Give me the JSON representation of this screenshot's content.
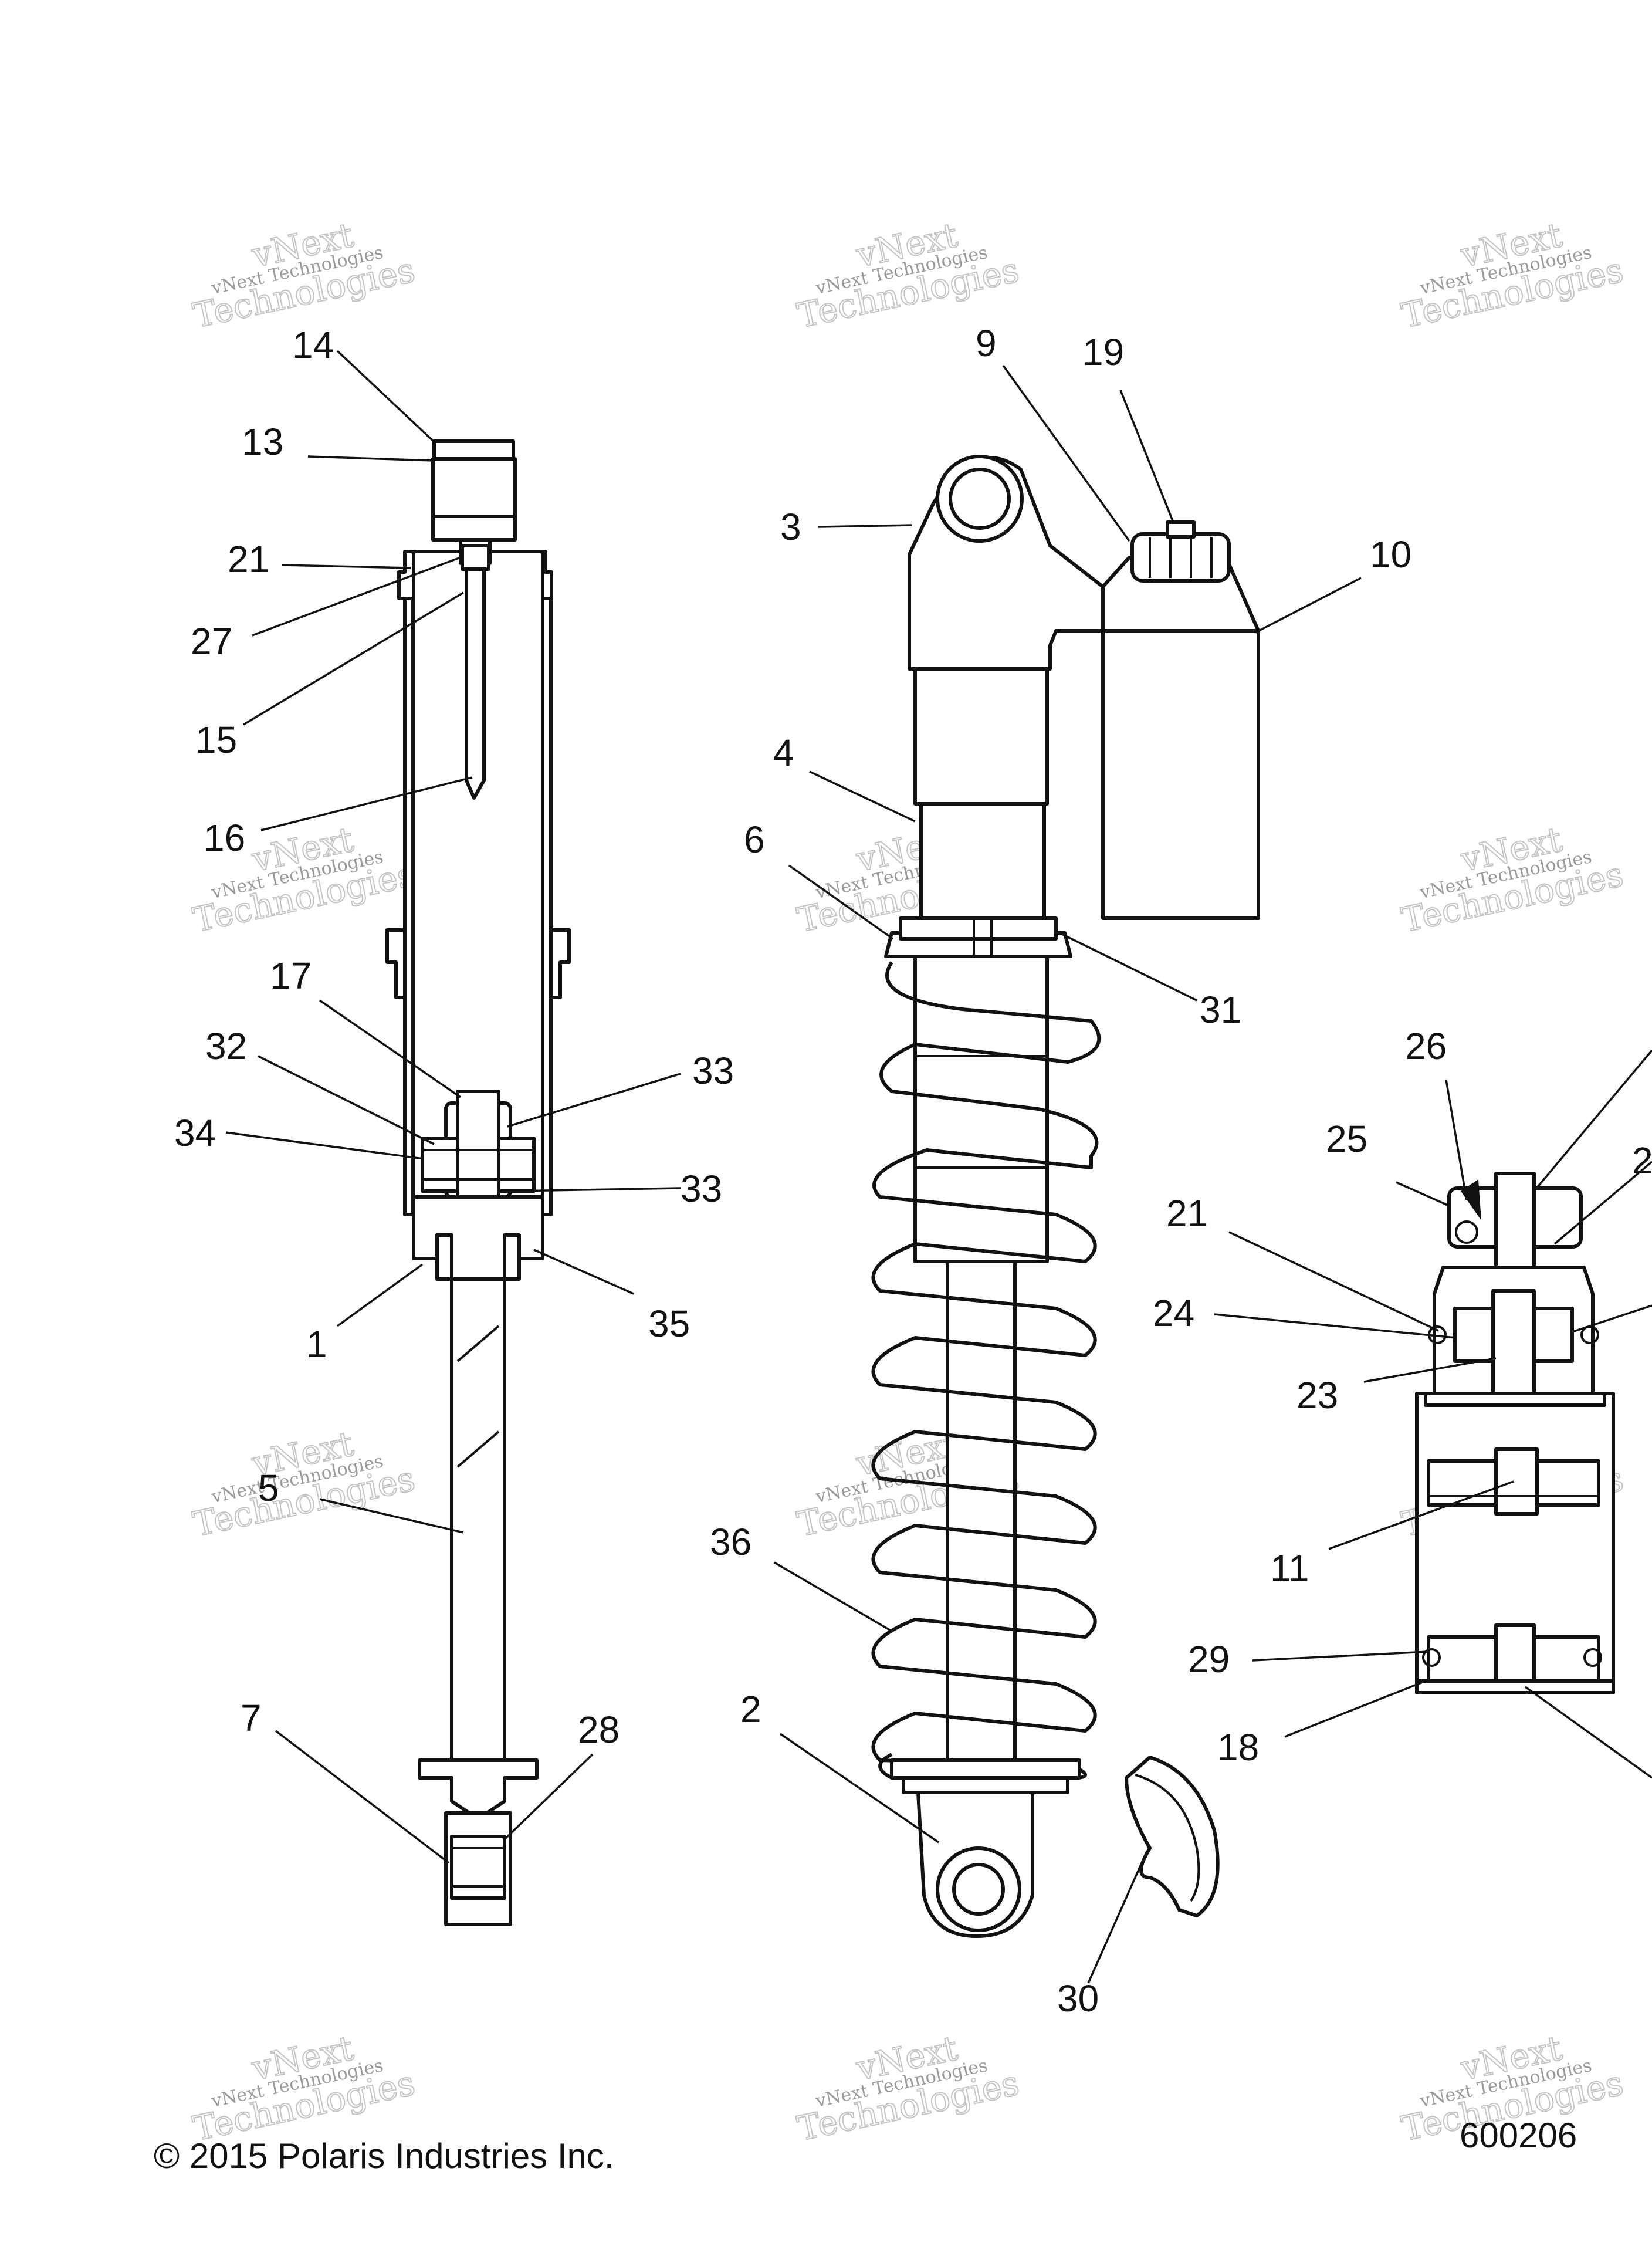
{
  "callouts": [
    {
      "id": "c14a",
      "text": "14"
    },
    {
      "id": "c13",
      "text": "13"
    },
    {
      "id": "c21a",
      "text": "21"
    },
    {
      "id": "c27",
      "text": "27"
    },
    {
      "id": "c15",
      "text": "15"
    },
    {
      "id": "c16",
      "text": "16"
    },
    {
      "id": "c17",
      "text": "17"
    },
    {
      "id": "c32",
      "text": "32"
    },
    {
      "id": "c34",
      "text": "34"
    },
    {
      "id": "c33a",
      "text": "33"
    },
    {
      "id": "c33b",
      "text": "33"
    },
    {
      "id": "c1",
      "text": "1"
    },
    {
      "id": "c35",
      "text": "35"
    },
    {
      "id": "c5",
      "text": "5"
    },
    {
      "id": "c7",
      "text": "7"
    },
    {
      "id": "c28",
      "text": "28"
    },
    {
      "id": "c9",
      "text": "9"
    },
    {
      "id": "c19",
      "text": "19"
    },
    {
      "id": "c3",
      "text": "3"
    },
    {
      "id": "c10",
      "text": "10"
    },
    {
      "id": "c4",
      "text": "4"
    },
    {
      "id": "c6",
      "text": "6"
    },
    {
      "id": "c31",
      "text": "31"
    },
    {
      "id": "c36",
      "text": "36"
    },
    {
      "id": "c2",
      "text": "2"
    },
    {
      "id": "c30",
      "text": "30"
    },
    {
      "id": "c26",
      "text": "26"
    },
    {
      "id": "c25",
      "text": "25"
    },
    {
      "id": "c21b",
      "text": "21"
    },
    {
      "id": "c24",
      "text": "24"
    },
    {
      "id": "c23",
      "text": "23"
    },
    {
      "id": "c11",
      "text": "11"
    },
    {
      "id": "c29",
      "text": "29"
    },
    {
      "id": "c18",
      "text": "18"
    },
    {
      "id": "c2x",
      "text": "2"
    }
  ],
  "watermark": {
    "line1": "vNext Technologies",
    "line2": "Technologies",
    "line3": "vNext"
  },
  "footer": {
    "copyright": "© 2015 Polaris Industries Inc.",
    "figure_number": "600206"
  }
}
